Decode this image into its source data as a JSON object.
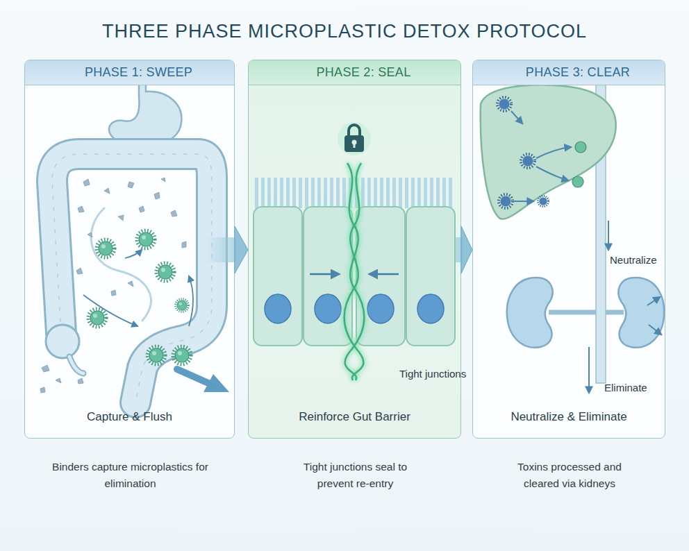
{
  "diagram": {
    "title": "THREE PHASE MICROPLASTIC DETOX PROTOCOL",
    "nodes": [
      {
        "text": [
          "PHASE 1: SWEEP",
          "Capture & Flush",
          "Binders capture microplastics for elimination"
        ]
      },
      {
        "text": [
          "PHASE 2: SEAL",
          "Reinforce Gut Barrier",
          "Tight junctions seal to prevent re-entry"
        ]
      },
      {
        "text": [
          "PHASE 3: CLEAR",
          "Neutralize & Eliminate",
          "Toxins processed and cleared via kidneys"
        ]
      }
    ],
    "edges": [
      {
        "from": 0,
        "to": 1,
        "arrow": "to"
      },
      {
        "from": 1,
        "to": 2,
        "arrow": "to"
      }
    ],
    "labels": [
      "Tight junctions",
      "Neutralize",
      "Eliminate"
    ]
  }
}
